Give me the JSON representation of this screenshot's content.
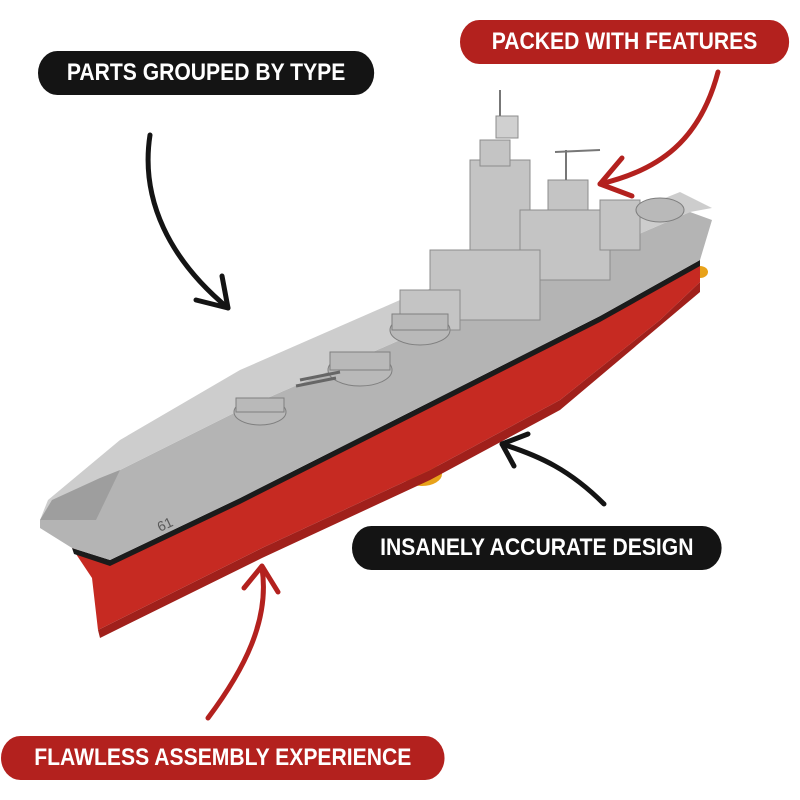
{
  "callouts": {
    "parts": "PARTS GROUPED BY TYPE",
    "packed": "PACKED WITH FEATURES",
    "design": "INSANELY ACCURATE DESIGN",
    "flawless": "FLAWLESS ASSEMBLY EXPERIENCE"
  },
  "hull_number": "61",
  "colors": {
    "callout_dark": "#141414",
    "callout_red": "#b3211e",
    "hull_red": "#c62a22",
    "deck_grey": "#bdbdbd",
    "stand_gold": "#e8a21a"
  },
  "icons": [
    "arrow-down-right",
    "arrow-down-left",
    "arrow-left",
    "arrow-up"
  ]
}
